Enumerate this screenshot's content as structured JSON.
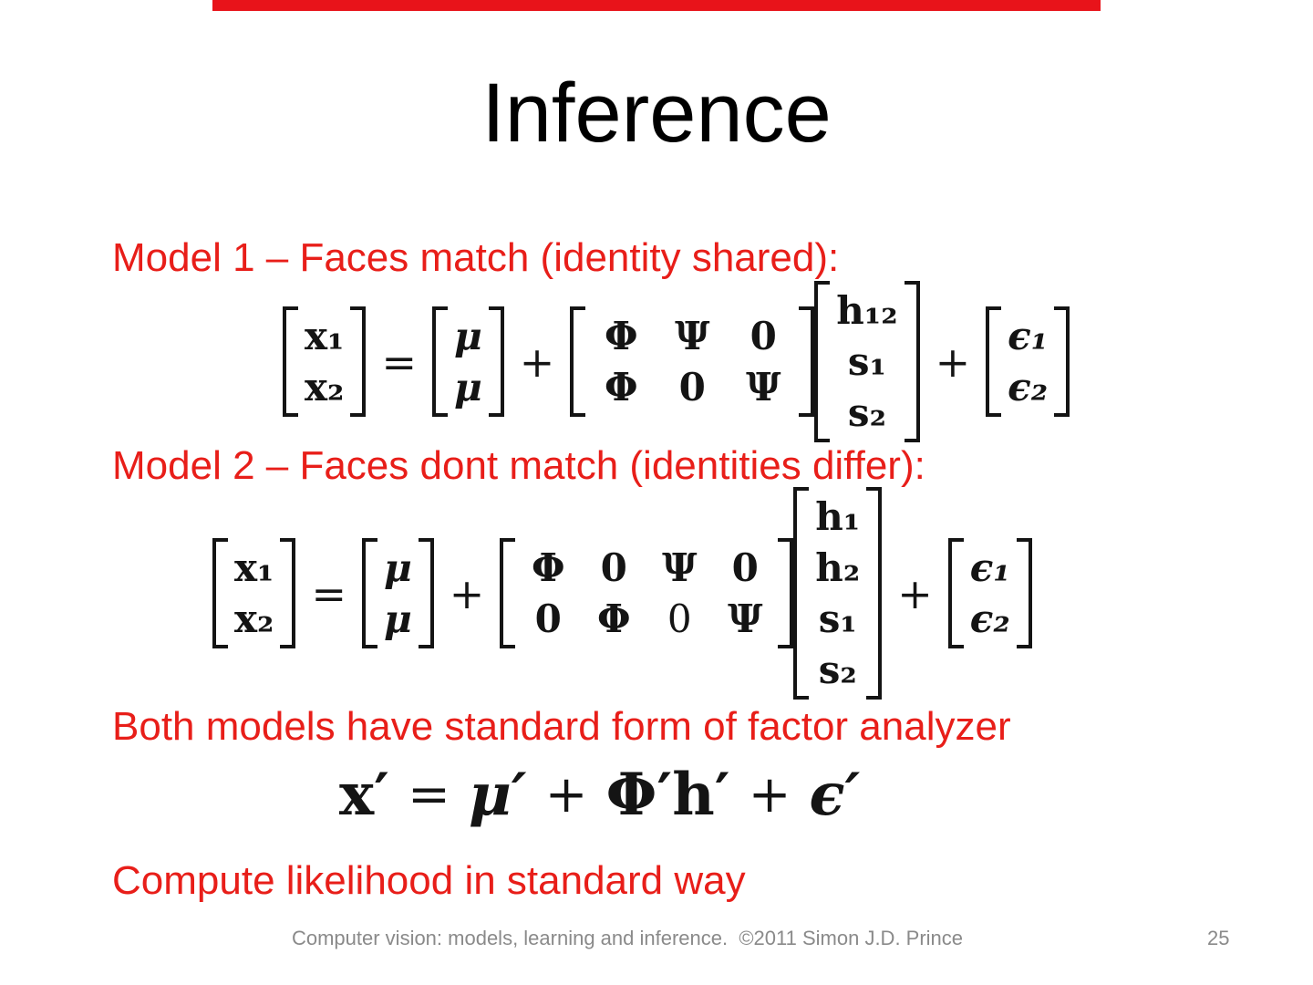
{
  "colors": {
    "accent_red": "#e8131a",
    "heading_red": "#e81e19",
    "equation_ink": "#141414",
    "footer_gray": "#8a8a8a"
  },
  "slide_title": "Inference",
  "headings": {
    "model1": "Model 1 – Faces match (identity shared):",
    "model2": "Model 2 – Faces dont match (identities differ):",
    "both_models": "Both models have standard form of factor analyzer",
    "compute": "Compute likelihood in standard way"
  },
  "ops": {
    "equals": "=",
    "plus": "+"
  },
  "eq1": {
    "x_vector": [
      "x₁",
      "x₂"
    ],
    "mean_vector": [
      "μ",
      "μ"
    ],
    "factor_matrix": [
      [
        "Φ",
        "Ψ",
        "0"
      ],
      [
        "Φ",
        "0",
        "Ψ"
      ]
    ],
    "hidden_vector": [
      "h₁₂",
      "s₁",
      "s₂"
    ],
    "noise_vector": [
      "ϵ₁",
      "ϵ₂"
    ]
  },
  "eq2": {
    "x_vector": [
      "x₁",
      "x₂"
    ],
    "mean_vector": [
      "μ",
      "μ"
    ],
    "factor_matrix": [
      [
        "Φ",
        "0",
        "Ψ",
        "0"
      ],
      [
        "0",
        "Φ",
        "0",
        "Ψ"
      ]
    ],
    "hidden_vector": [
      "h₁",
      "h₂",
      "s₁",
      "s₂"
    ],
    "noise_vector": [
      "ϵ₁",
      "ϵ₂"
    ]
  },
  "eq3": {
    "tokens": [
      "x′",
      "=",
      "μ′",
      "+",
      "Φ′h′",
      "+",
      "ϵ′"
    ]
  },
  "footer": {
    "credit": "Computer vision: models, learning and inference.  ©2011 Simon J.D. Prince",
    "page_number": "25"
  }
}
